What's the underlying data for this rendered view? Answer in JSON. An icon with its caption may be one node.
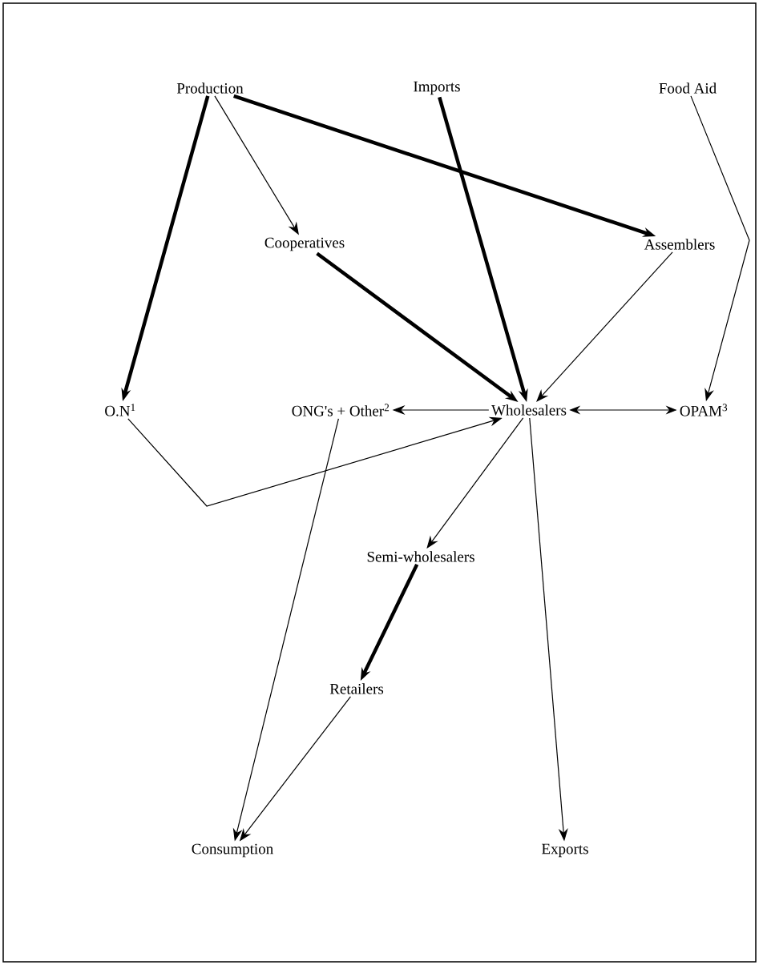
{
  "diagram": {
    "nodes": [
      {
        "text": [
          "Production"
        ]
      },
      {
        "text": [
          "Imports"
        ]
      },
      {
        "text": [
          "Food Aid"
        ]
      },
      {
        "text": [
          "Cooperatives"
        ]
      },
      {
        "text": [
          "Assemblers"
        ]
      },
      {
        "text": [
          "O.N$^{1}$"
        ]
      },
      {
        "text": [
          "ONG's + Other$^{2}$"
        ]
      },
      {
        "text": [
          "Wholesalers"
        ]
      },
      {
        "text": [
          "OPAM$^{3}$"
        ]
      },
      {
        "text": [
          "Semi-wholesalers"
        ]
      },
      {
        "text": [
          "Retailers"
        ]
      },
      {
        "text": [
          "Consumption"
        ]
      },
      {
        "text": [
          "Exports"
        ]
      }
    ],
    "edges": [
      {
        "from": 0,
        "to": 5,
        "arrow": "to",
        "style": "thick"
      },
      {
        "from": 0,
        "to": 3,
        "arrow": "to"
      },
      {
        "from": 0,
        "to": 4,
        "arrow": "to",
        "style": "thick"
      },
      {
        "from": 1,
        "to": 7,
        "arrow": "to",
        "style": "thick"
      },
      {
        "from": 2,
        "to": 8,
        "arrow": "to"
      },
      {
        "from": 3,
        "to": 7,
        "arrow": "to",
        "style": "thick"
      },
      {
        "from": 4,
        "to": 7,
        "arrow": "to"
      },
      {
        "from": 7,
        "to": 6,
        "arrow": "to"
      },
      {
        "from": 7,
        "to": 8,
        "arrow": "both"
      },
      {
        "from": 5,
        "to": 7,
        "arrow": "to"
      },
      {
        "from": 7,
        "to": 9,
        "arrow": "to"
      },
      {
        "from": 7,
        "to": 12,
        "arrow": "to"
      },
      {
        "from": 9,
        "to": 10,
        "arrow": "to",
        "style": "thick"
      },
      {
        "from": 6,
        "to": 11,
        "arrow": "to"
      },
      {
        "from": 10,
        "to": 11,
        "arrow": "to"
      }
    ]
  }
}
